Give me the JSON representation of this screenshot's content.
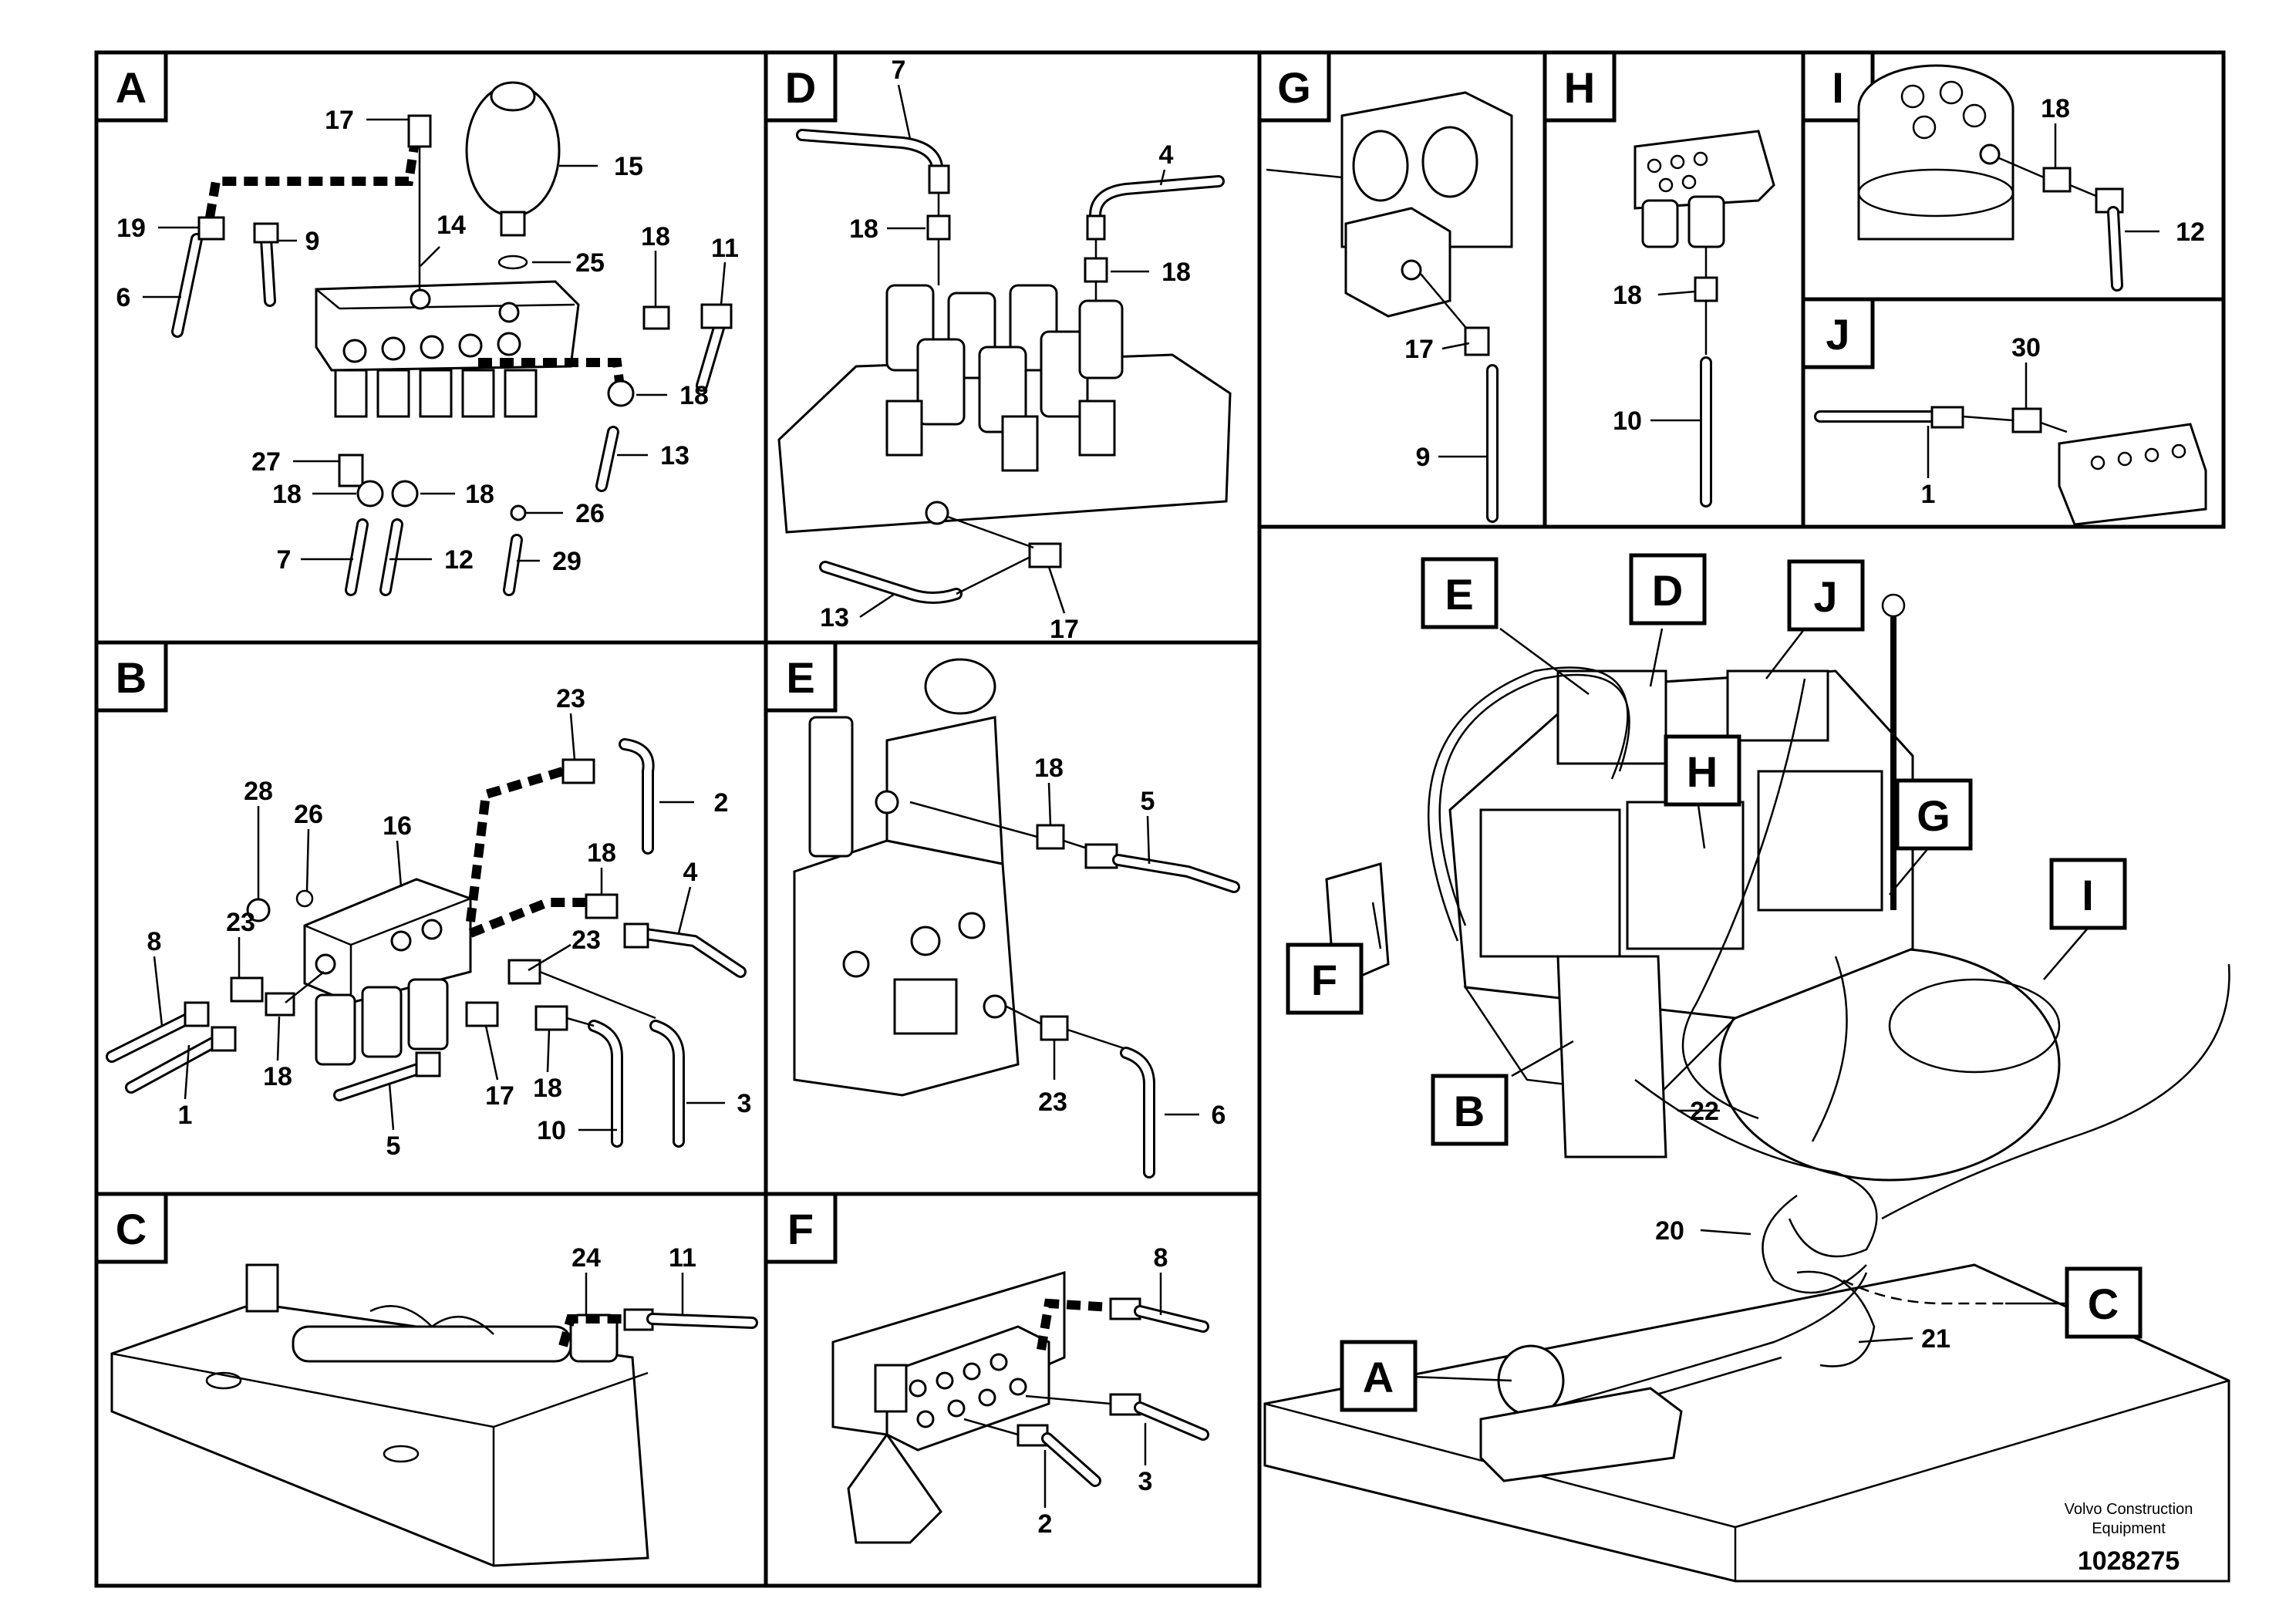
{
  "panels": {
    "A": {
      "tag": "A",
      "callouts": [
        "17",
        "15",
        "19",
        "9",
        "14",
        "6",
        "25",
        "18",
        "11",
        "18",
        "27",
        "18",
        "18",
        "13",
        "26",
        "7",
        "12",
        "29"
      ]
    },
    "B": {
      "tag": "B",
      "callouts": [
        "23",
        "2",
        "28",
        "26",
        "16",
        "18",
        "4",
        "23",
        "23",
        "8",
        "18",
        "17",
        "18",
        "3",
        "1",
        "5",
        "10"
      ]
    },
    "C": {
      "tag": "C",
      "callouts": [
        "24",
        "11"
      ]
    },
    "D": {
      "tag": "D",
      "callouts": [
        "7",
        "4",
        "18",
        "18",
        "13",
        "17"
      ]
    },
    "E": {
      "tag": "E",
      "callouts": [
        "18",
        "5",
        "23",
        "6"
      ]
    },
    "F": {
      "tag": "F",
      "callouts": [
        "8",
        "3",
        "2"
      ]
    },
    "G": {
      "tag": "G",
      "callouts": [
        "17",
        "9"
      ]
    },
    "H": {
      "tag": "H",
      "callouts": [
        "18",
        "10"
      ]
    },
    "I": {
      "tag": "I",
      "callouts": [
        "18",
        "12"
      ]
    },
    "J": {
      "tag": "J",
      "callouts": [
        "30",
        "1"
      ]
    },
    "overview": {
      "tags": [
        "E",
        "D",
        "J",
        "H",
        "G",
        "I",
        "F",
        "B",
        "A",
        "C"
      ],
      "callouts": [
        "22",
        "20",
        "21"
      ]
    }
  },
  "footer": {
    "credit_line1": "Volvo Construction",
    "credit_line2": "Equipment",
    "doc_number": "1028275"
  }
}
